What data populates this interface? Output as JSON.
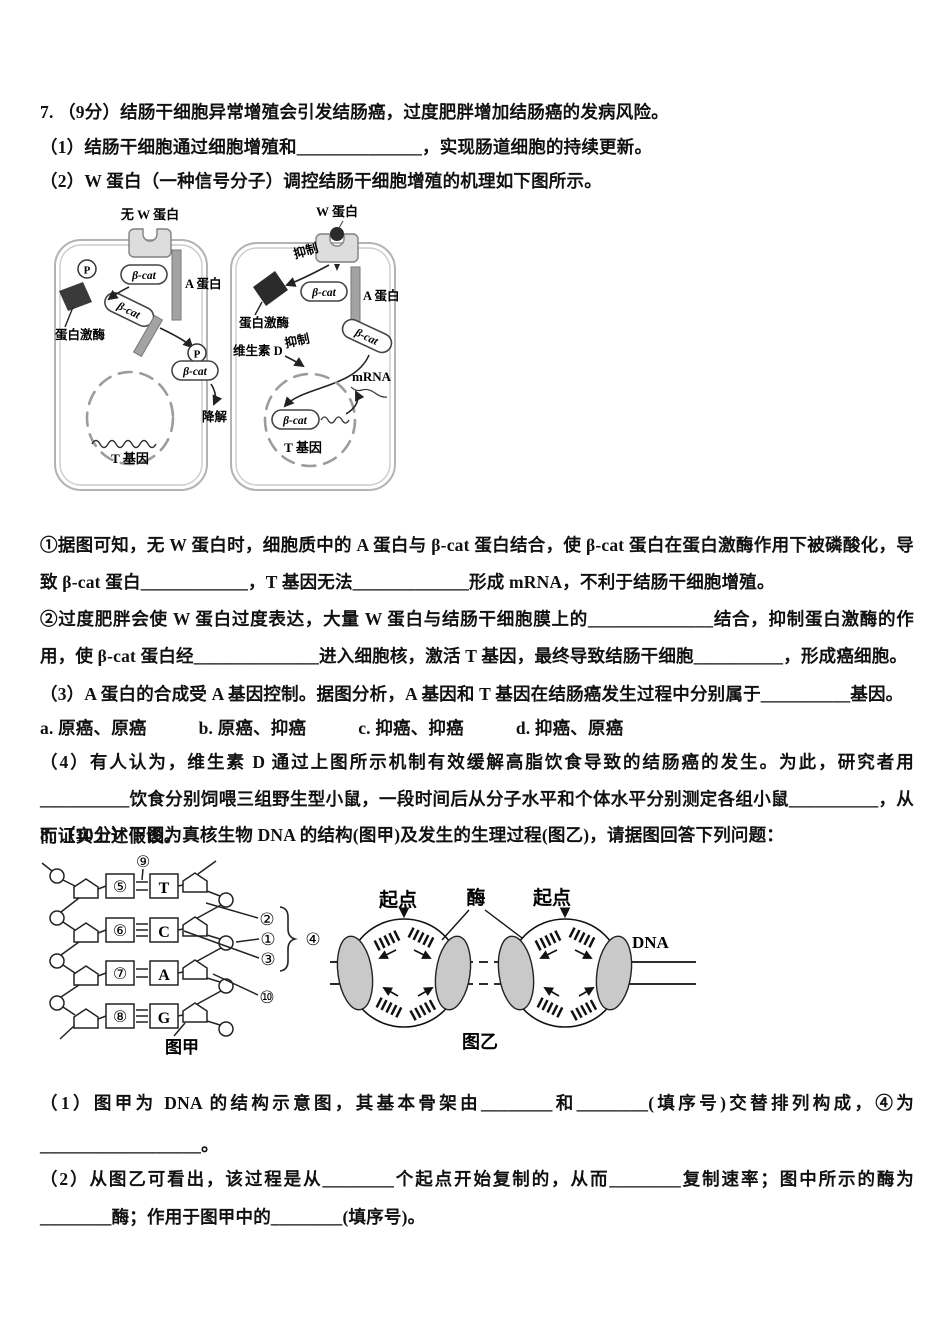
{
  "q7": {
    "stem": "7. （9分）结肠干细胞异常增殖会引发结肠癌，过度肥胖增加结肠癌的发病风险。",
    "part1": "（1）结肠干细胞通过细胞增殖和______________，实现肠道细胞的持续更新。",
    "part2": "（2）W 蛋白（一种信号分子）调控结肠干细胞增殖的机理如下图所示。",
    "circle1": "①据图可知，无 W 蛋白时，细胞质中的 A 蛋白与 β-cat 蛋白结合，使 β-cat 蛋白在蛋白激酶作用下被磷酸化，导致 β-cat 蛋白____________，T 基因无法_____________形成 mRNA，不利于结肠干细胞增殖。",
    "circle2": "②过度肥胖会使 W 蛋白过度表达，大量 W 蛋白与结肠干细胞膜上的______________结合，抑制蛋白激酶的作用，使 β-cat 蛋白经______________进入细胞核，激活 T 基因，最终导致结肠干细胞__________，形成癌细胞。",
    "part3": "（3）A 蛋白的合成受 A 基因控制。据图分析，A 基因和 T 基因在结肠癌发生过程中分别属于__________基因。",
    "options": [
      "a. 原癌、原癌",
      "b. 原癌、抑癌",
      "c. 抑癌、抑癌",
      "d. 抑癌、原癌"
    ],
    "part4": "（4）有人认为，维生素 D 通过上图所示机制有效缓解高脂饮食导致的结肠癌的发生。为此，研究者用__________饮食分别饲喂三组野生型小鼠，一段时间后从分子水平和个体水平分别测定各组小鼠__________，从而证实上述假设。"
  },
  "diagram_w": {
    "left": {
      "top_label": "无 W 蛋白",
      "beta_cat1": "β-cat",
      "a_protein": "A 蛋白",
      "p1": "P",
      "beta_cat2": "β-cat",
      "kinase": "蛋白激酶",
      "p2": "P",
      "beta_cat3": "β-cat",
      "degrade": "降解",
      "t_gene": "T 基因"
    },
    "right": {
      "top_label": "W 蛋白",
      "inhibit1": "抑制",
      "kinase": "蛋白激酶",
      "beta_cat1": "β-cat",
      "a_protein": "A 蛋白",
      "beta_cat2": "β-cat",
      "vitamin_d": "维生素 D",
      "inhibit2": "抑制",
      "mrna": "mRNA",
      "beta_cat3": "β-cat",
      "t_gene": "T 基因"
    }
  },
  "q8": {
    "stem": "8. （10分）下图为真核生物 DNA 的结构(图甲)及发生的生理过程(图乙)，请据图回答下列问题：",
    "part1": "（1）图甲为 DNA 的结构示意图，其基本骨架由________和________(填序号)交替排列构成，④为__________________。",
    "part2": "（2）从图乙可看出，该过程是从________个起点开始复制的，从而________复制速率；图中所示的酶为________酶；作用于图甲中的________(填序号)。"
  },
  "figure_jia": {
    "caption": "图甲",
    "n9": "⑨",
    "n5": "⑤",
    "n6": "⑥",
    "n7": "⑦",
    "n8": "⑧",
    "t": "T",
    "c": "C",
    "a": "A",
    "g": "G",
    "n2": "②",
    "n1": "①",
    "n3": "③",
    "n4": "④",
    "n10": "⑩"
  },
  "figure_yi": {
    "caption": "图乙",
    "origin_left": "起点",
    "enzyme": "酶",
    "origin_right": "起点",
    "dna": "DNA"
  }
}
